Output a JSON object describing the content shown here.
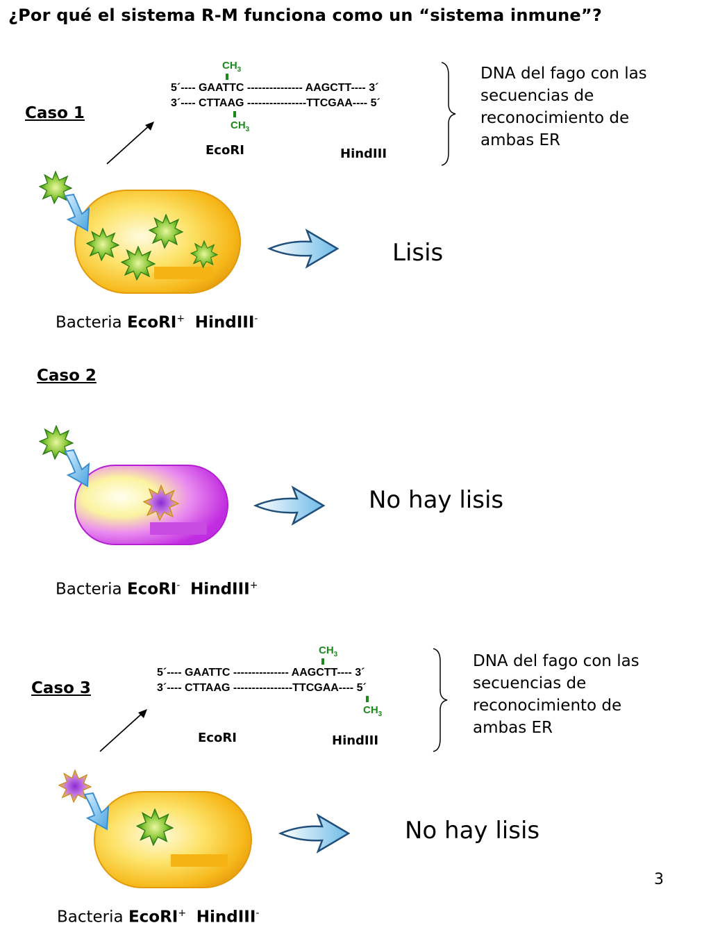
{
  "title": "¿Por qué el sistema R-M funciona como un “sistema inmune”?",
  "colors": {
    "methyl_green": "#1a8a1a",
    "cell_yellow": "#f7c21a",
    "cell_purple": "#cc33e6",
    "star_green": "#2e9a1e",
    "arrow_blue": "#7fc4ec"
  },
  "case1": {
    "label": "Caso 1",
    "ch3_top": "CH",
    "ch3_top_sub": "3",
    "ch3_bottom": "CH",
    "ch3_bottom_sub": "3",
    "seq_top": "5´---- GAATTC --------------- AAGCTT---- 3´",
    "seq_bottom": "3´---- CTTAAG ----------------TTCGAA---- 5´",
    "enzyme_left": "EcoRI",
    "enzyme_right": "HindIII",
    "note_lines": [
      "DNA del fago con las",
      "secuencias de",
      "reconocimiento de",
      "ambas ER"
    ],
    "result": "Lisis",
    "bacteria_prefix": "Bacteria",
    "bacteria_e1": "EcoRI",
    "bacteria_e1_sign": "+",
    "bacteria_e2": "HindIII",
    "bacteria_e2_sign": "-"
  },
  "case2": {
    "label": "Caso 2",
    "result": "No hay lisis",
    "bacteria_prefix": "Bacteria",
    "bacteria_e1": "EcoRI",
    "bacteria_e1_sign": "-",
    "bacteria_e2": "HindIII",
    "bacteria_e2_sign": "+"
  },
  "case3": {
    "label": "Caso 3",
    "ch3_top": "CH",
    "ch3_top_sub": "3",
    "ch3_bottom": "CH",
    "ch3_bottom_sub": "3",
    "seq_top": "5´---- GAATTC --------------- AAGCTT---- 3´",
    "seq_bottom": "3´---- CTTAAG ----------------TTCGAA---- 5´",
    "enzyme_left": "EcoRI",
    "enzyme_right": "HindIII",
    "note_lines": [
      "DNA del fago con las",
      "secuencias de",
      "reconocimiento de",
      "ambas ER"
    ],
    "result": "No hay lisis",
    "bacteria_prefix": "Bacteria",
    "bacteria_e1": "EcoRI",
    "bacteria_e1_sign": "+",
    "bacteria_e2": "HindIII",
    "bacteria_e2_sign": "-"
  },
  "page_number": "3"
}
